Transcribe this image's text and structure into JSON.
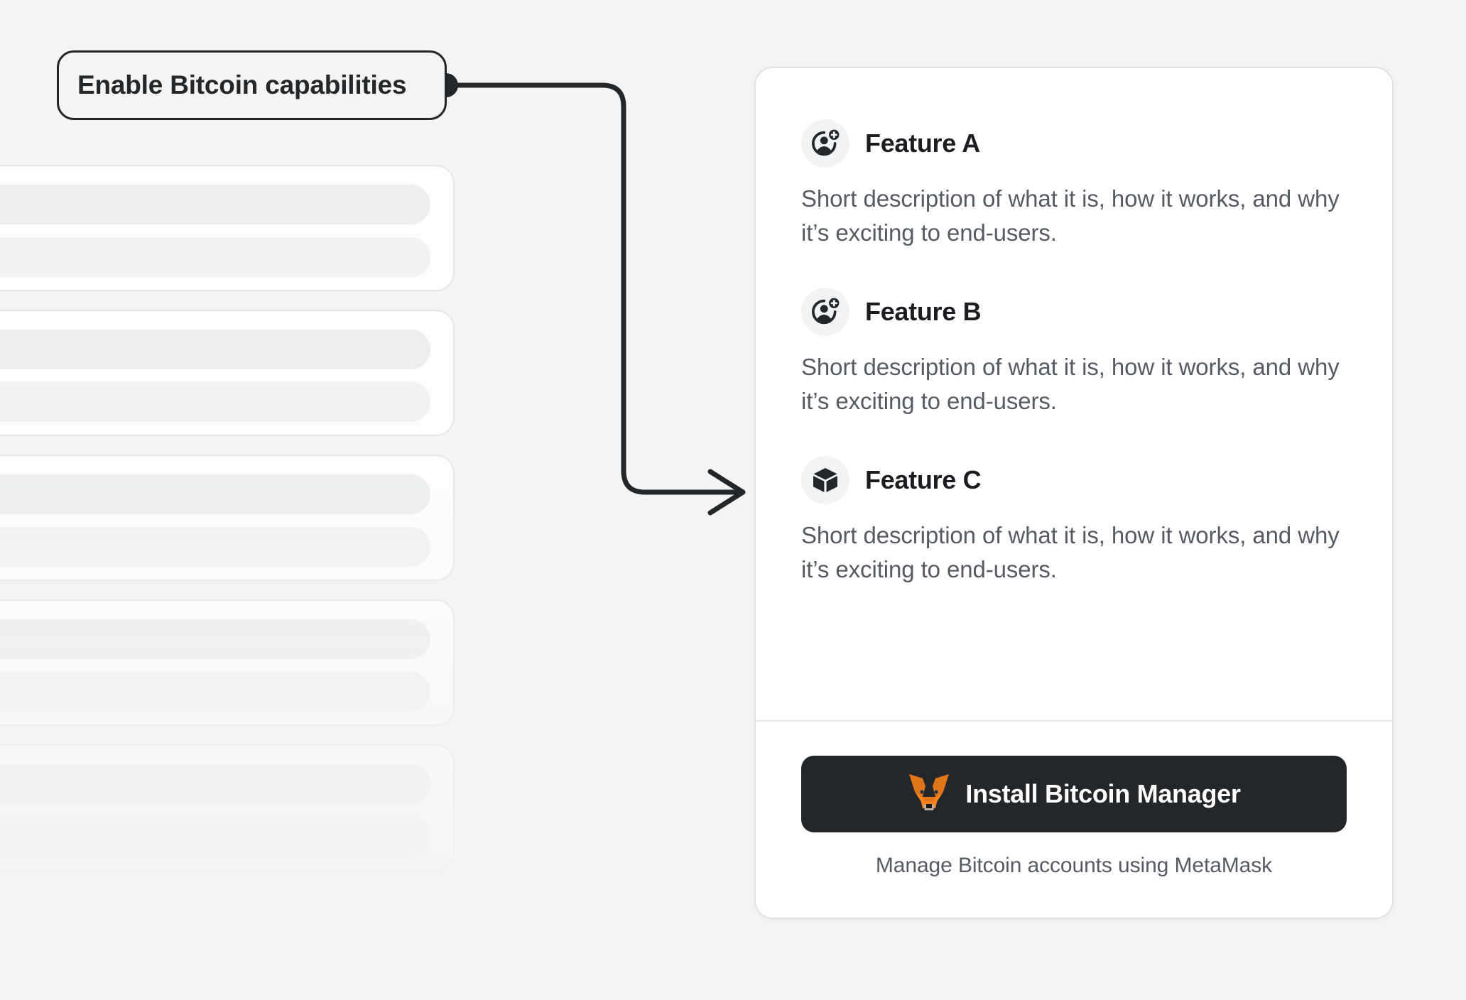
{
  "callout": {
    "label": "Enable Bitcoin capabilities",
    "connector_color": "#24272A"
  },
  "skeleton": {
    "card_count": 5,
    "card_color": "#FDFDFD",
    "bar_color": "#EBEDEF"
  },
  "panel": {
    "background": "#FFFFFF",
    "border_color": "#DFE2E6",
    "features": [
      {
        "icon": "user-add-icon",
        "title": "Feature A",
        "description": "Short description of what it is, how it works, and why it’s exciting to end-users."
      },
      {
        "icon": "user-add-icon",
        "title": "Feature B",
        "description": "Short description of what it is, how it works, and why it’s exciting to end-users."
      },
      {
        "icon": "cube-icon",
        "title": "Feature C",
        "description": "Short description of what it is, how it works, and why it’s exciting to end-users."
      }
    ],
    "footer": {
      "install_label": "Install Bitcoin Manager",
      "install_icon": "metamask-fox-icon",
      "caption": "Manage Bitcoin accounts using MetaMask",
      "button_color": "#24272A",
      "brand_orange": "#E2761B"
    }
  }
}
